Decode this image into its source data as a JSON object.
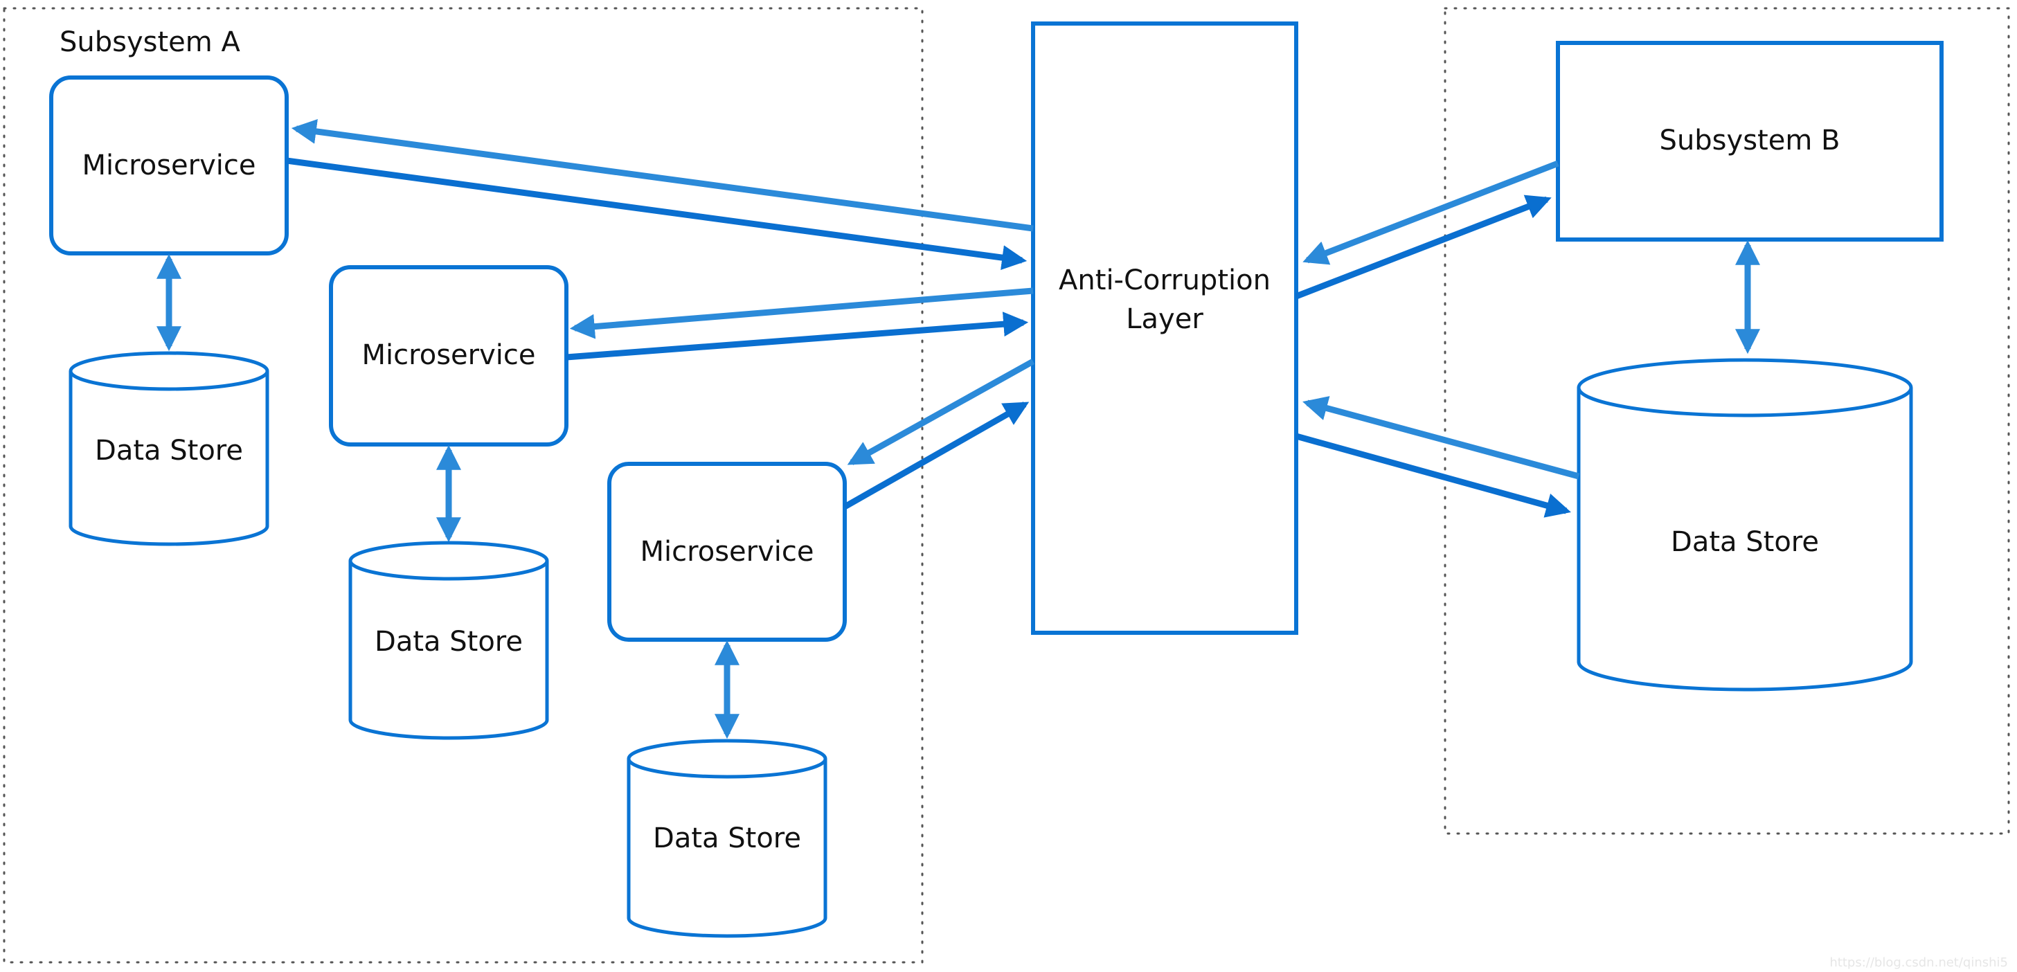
{
  "subsystem_a": {
    "title": "Subsystem A",
    "microservices": [
      {
        "label": "Microservice",
        "store_label": "Data Store"
      },
      {
        "label": "Microservice",
        "store_label": "Data Store"
      },
      {
        "label": "Microservice",
        "store_label": "Data Store"
      }
    ]
  },
  "acl": {
    "line1": "Anti-Corruption",
    "line2": "Layer"
  },
  "subsystem_b": {
    "title": "Subsystem B",
    "store_label": "Data Store"
  },
  "watermark": "https://blog.csdn.net/qinshi5",
  "colors": {
    "primary_blue": "#0a74d4",
    "arrow_light": "#2b8ad9",
    "arrow_dark": "#0a6fd0",
    "boundary": "#555555"
  }
}
